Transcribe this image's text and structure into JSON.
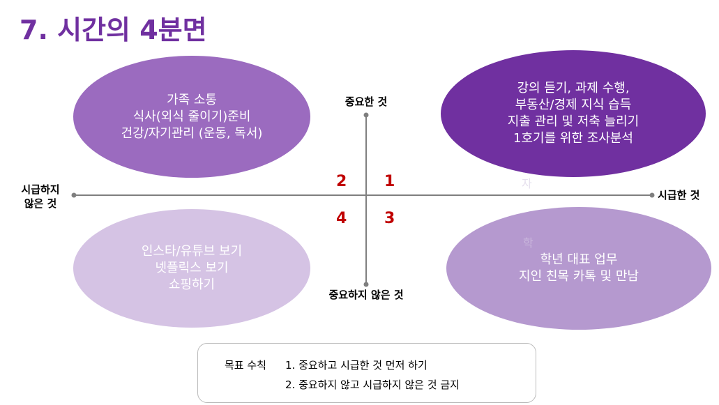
{
  "title": "7. 시간의 4분면",
  "quadrants": {
    "top_left": [
      "가족 소통",
      "식사(외식 줄이기)준비",
      "건강/자기관리 (운동, 독서)"
    ],
    "top_right": [
      "강의 듣기, 과제 수행,",
      "부동산/경제 지식 습득",
      "지출 관리 및 저축 늘리기",
      "1호기를 위한 조사분석"
    ],
    "bottom_left": [
      "인스타/유튜브 보기",
      "넷플릭스 보기",
      "쇼핑하기"
    ],
    "bottom_right": [
      "학년 대표 업무",
      "지인 친목 카톡 및 만남"
    ]
  },
  "axes": {
    "top": "중요한 것",
    "bottom": "중요하지 않은 것",
    "left": [
      "시급하지",
      "않은 것"
    ],
    "right": "시급한 것"
  },
  "numbers": [
    "1",
    "2",
    "3",
    "4"
  ],
  "artifacts": [
    "자",
    "학"
  ],
  "goal": {
    "label": "목표 수칙",
    "rules": [
      "1. 중요하고 시급한 것 먼저 하기",
      "2. 중요하지 않고 시급하지 않은 것 금지"
    ]
  },
  "colors": {
    "title": "#7030a0",
    "top_left": "#9b6bbf",
    "top_right": "#7030a0",
    "bottom_left": "#d5c3e4",
    "bottom_right": "#b599cf",
    "numbers": "#c00000"
  }
}
